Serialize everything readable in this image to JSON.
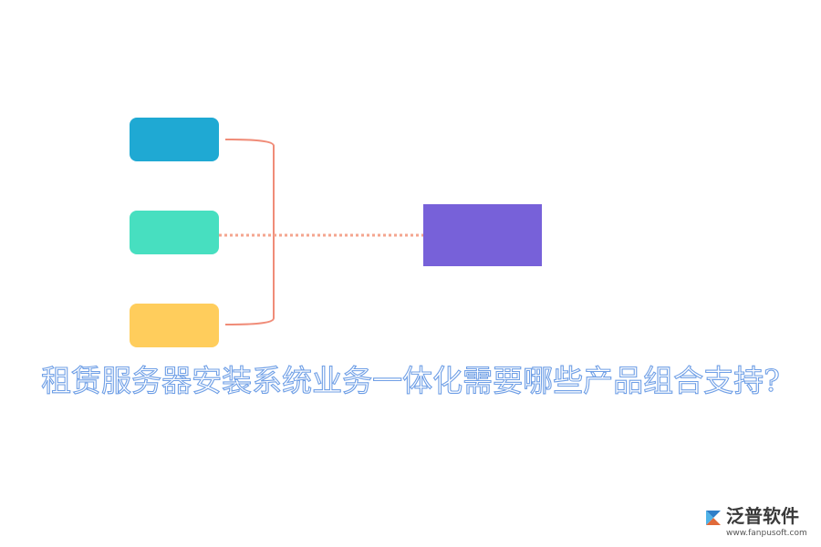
{
  "diagram": {
    "nodes": [
      {
        "id": "blue",
        "color": "#1fa9d3"
      },
      {
        "id": "green",
        "color": "#47dfc0"
      },
      {
        "id": "yellow",
        "color": "#ffcd5c"
      },
      {
        "id": "purple",
        "color": "#7761d9"
      }
    ],
    "connector_color": "#f08c78",
    "dotted_connector_color": "#f4a58f"
  },
  "headline": "租赁服务器安装系统业务一体化需要哪些产品组合支持?",
  "headline_color": "#6f9fe6",
  "logo": {
    "name": "泛普软件",
    "url": "www.fanpusoft.com",
    "icon": "fanpu-logo-icon",
    "color": "#3a3a3a"
  }
}
